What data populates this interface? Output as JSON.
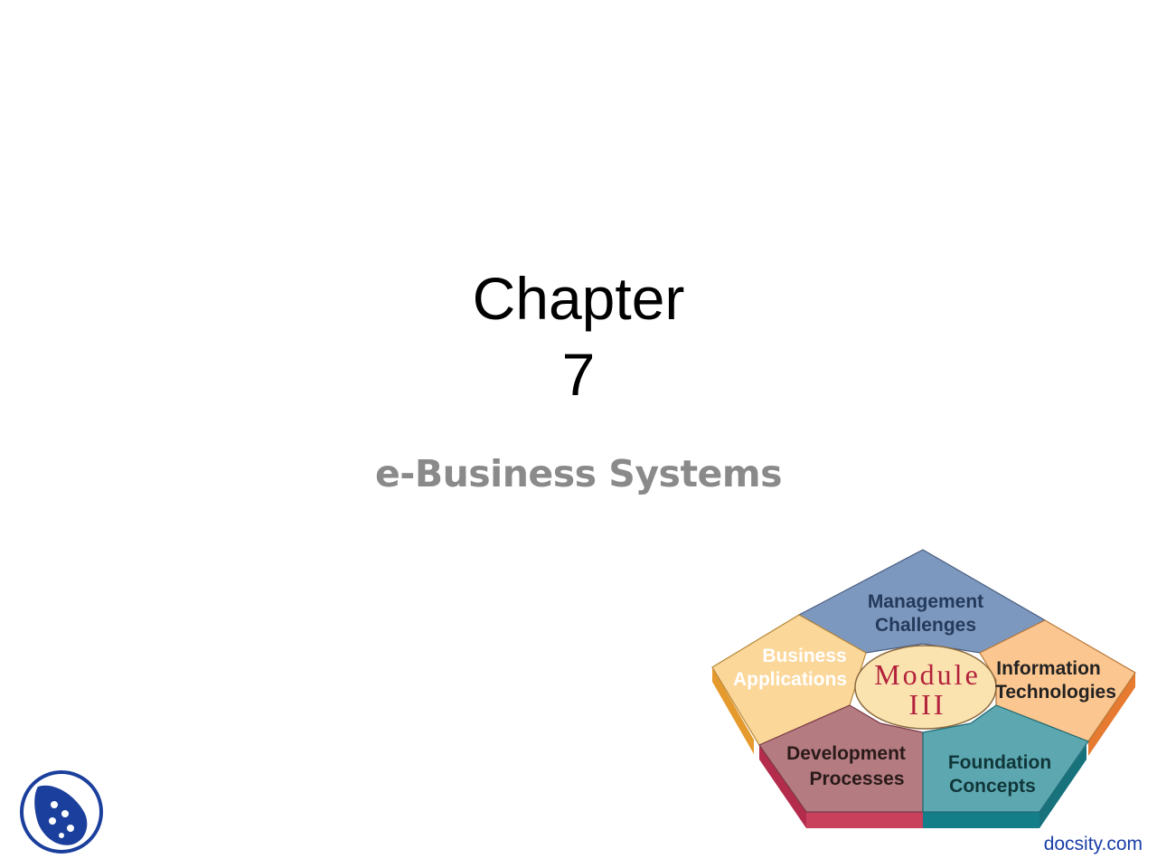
{
  "slide": {
    "title_line1": "Chapter",
    "title_line2": "7",
    "subtitle": "e-Business Systems"
  },
  "diagram": {
    "center_line1": "Module",
    "center_line2": "III",
    "segments": {
      "management": [
        "Management",
        "Challenges"
      ],
      "business": [
        "Business",
        "Applications"
      ],
      "information": [
        "Information",
        "Technologies"
      ],
      "development": [
        "Development",
        "Processes"
      ],
      "foundation": [
        "Foundation",
        "Concepts"
      ]
    },
    "colors": {
      "management": "#7d98be",
      "business": "#fbd79a",
      "information": "#fbc68f",
      "development": "#b47b80",
      "foundation": "#5da8b0",
      "center": "#fbe3b0",
      "center_text": "#b3223c"
    }
  },
  "watermark": "docsity.com",
  "logo_icon": "docsity-logo-icon"
}
